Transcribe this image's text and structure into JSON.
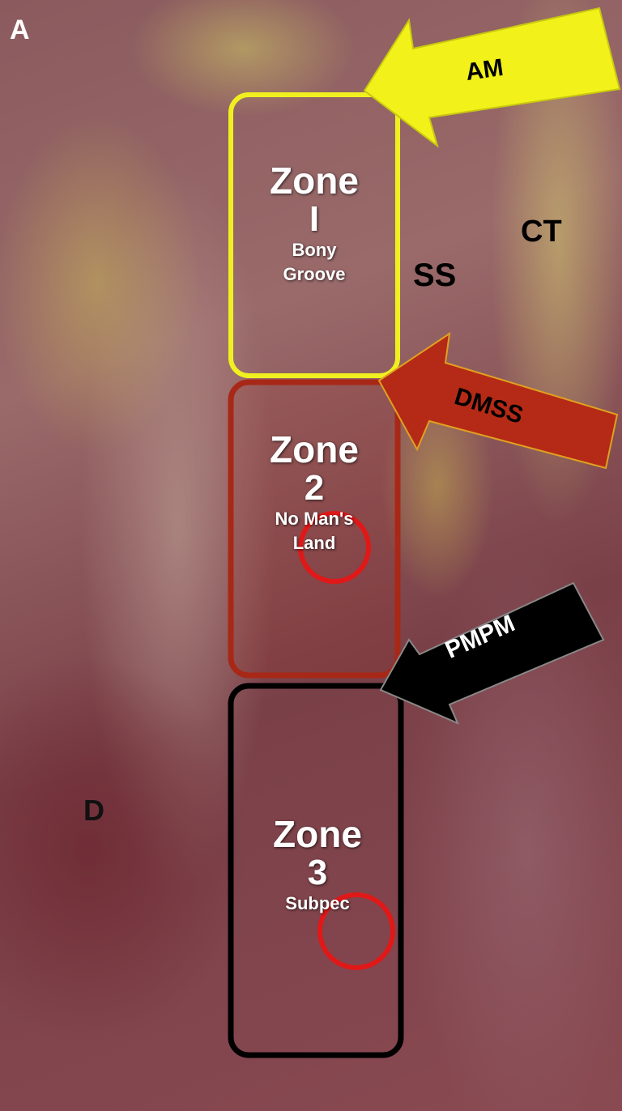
{
  "panel_label": "A",
  "labels": {
    "ct": "CT",
    "ss": "SS",
    "d": "D"
  },
  "arrows": [
    {
      "label": "AM",
      "color": "#f2f21a",
      "text_color": "#000000"
    },
    {
      "label": "DMSS",
      "color": "#b52a16",
      "text_color": "#000000"
    },
    {
      "label": "PMPM",
      "color": "#000000",
      "text_color": "#ffffff"
    }
  ],
  "zones": [
    {
      "title": "Zone",
      "number": "I",
      "subtitle_lines": [
        "Bony",
        "Groove"
      ],
      "border_color": "#f0f020"
    },
    {
      "title": "Zone",
      "number": "2",
      "subtitle_lines": [
        "No Man's",
        "Land"
      ],
      "border_color": "#a82818"
    },
    {
      "title": "Zone",
      "number": "3",
      "subtitle_lines": [
        "Subpec"
      ],
      "border_color": "#000000"
    }
  ],
  "circle_color": "#e01818"
}
